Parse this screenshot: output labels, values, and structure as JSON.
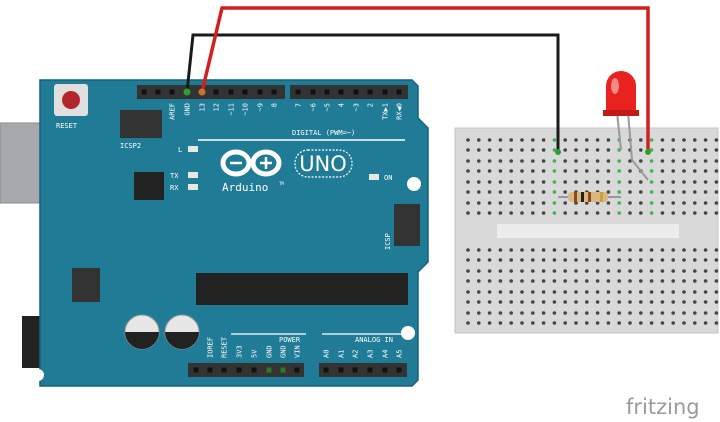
{
  "board": {
    "reset_label": "RESET",
    "icsp2_label": "ICSP2",
    "icsp_label": "ICSP",
    "digital_label": "DIGITAL (PWM=~)",
    "logo_name": "UNO",
    "brand": "Arduino",
    "tm": "TM",
    "led_l": "L",
    "led_tx": "TX",
    "led_rx": "RX",
    "led_on": "ON",
    "digital_pins_left": [
      "AREF",
      "GND",
      "13",
      "12",
      "~11",
      "~10",
      "~9",
      "8"
    ],
    "digital_pins_right": [
      "7",
      "~6",
      "~5",
      "4",
      "~3",
      "2",
      "TX▶1",
      "RX◀0"
    ],
    "power_label": "POWER",
    "power_pins": [
      "IOREF",
      "RESET",
      "3V3",
      "5V",
      "GND",
      "GND",
      "VIN"
    ],
    "analog_label": "ANALOG IN",
    "analog_pins": [
      "A0",
      "A1",
      "A2",
      "A3",
      "A4",
      "A5"
    ]
  },
  "watermark": "fritzing",
  "colors": {
    "board": "#1f7b96",
    "wire_red": "#d0201d",
    "wire_black": "#1a1a1a",
    "led": "#e8231f",
    "breadboard": "#dcdcdc"
  }
}
